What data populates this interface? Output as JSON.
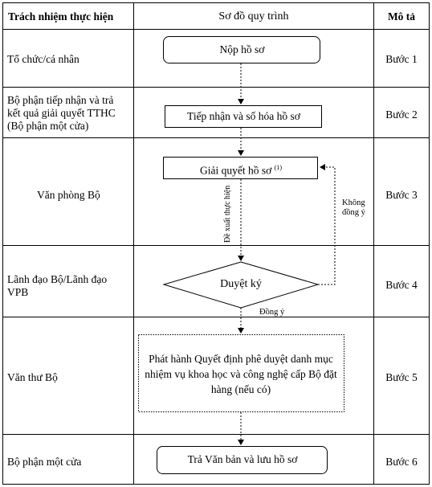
{
  "headers": {
    "responsibility": "Trách nhiệm thực hiện",
    "flow": "Sơ đồ quy trình",
    "description": "Mô tả"
  },
  "rows": [
    {
      "responsibility": "Tổ chức/cá nhân",
      "step": "Bước 1"
    },
    {
      "responsibility": "Bộ phận tiếp nhận và trả kết quả giải quyết TTHC (Bộ phận một cửa)",
      "step": "Bước 2"
    },
    {
      "responsibility": "Văn phòng Bộ",
      "step": "Bước 3"
    },
    {
      "responsibility": "Lãnh đạo Bộ/Lãnh đạo VPB",
      "step": "Bước 4"
    },
    {
      "responsibility": "Văn thư Bộ",
      "step": "Bước 5"
    },
    {
      "responsibility": "Bộ phận một cửa",
      "step": "Bước 6"
    }
  ],
  "nodes": {
    "submit": "Nộp hồ sơ",
    "receive": "Tiếp nhận và số hóa hồ sơ",
    "process": "Giải quyết hồ sơ",
    "process_note": "(1)",
    "approve": "Duyệt ký",
    "issue": "Phát hành Quyết định phê duyệt danh mục nhiệm vụ khoa học và công nghệ cấp Bộ đặt hàng (nếu có)",
    "return": "Trả Văn bản và lưu hồ sơ"
  },
  "edges": {
    "propose": "Đề xuất thực hiện",
    "disagree_1": "Không",
    "disagree_2": "đồng ý",
    "agree": "Đồng ý"
  }
}
